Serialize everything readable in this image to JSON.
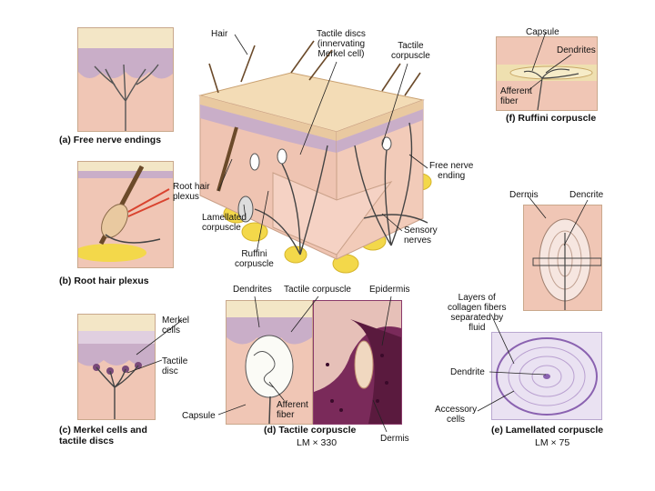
{
  "labels": {
    "hair": "Hair",
    "tactile_discs": [
      "Tactile discs",
      "(innervating",
      "Merkel cell)"
    ],
    "tactile_corpuscle_top": [
      "Tactile",
      "corpuscle"
    ],
    "free_nerve_ending": [
      "Free nerve",
      "ending"
    ],
    "root_hair_plexus": [
      "Root hair",
      "plexus"
    ],
    "lamellated_corpuscle": [
      "Lamellated",
      "corpuscle"
    ],
    "ruffini_corpuscle": [
      "Ruffini",
      "corpuscle"
    ],
    "sensory_nerves": [
      "Sensory",
      "nerves"
    ],
    "f_capsule": "Capsule",
    "f_dendrites": "Dendrites",
    "f_afferent_fiber": [
      "Afferent",
      "fiber"
    ],
    "c_merkel_cells": [
      "Merkel",
      "cells"
    ],
    "c_tactile_disc": [
      "Tactile",
      "disc"
    ],
    "d_dendrites": "Dendrites",
    "d_tactile_corpuscle": "Tactile corpuscle",
    "d_epidermis": "Epidermis",
    "d_capsule": "Capsule",
    "d_afferent_fiber": [
      "Afferent",
      "fiber"
    ],
    "d_dermis": "Dermis",
    "e_dermis": "Dermis",
    "e_dencrite": "Dencrite",
    "e_layers": [
      "Layers of",
      "collagen fibers",
      "separated by",
      "fluid"
    ],
    "e_dendrite": "Dendrite",
    "e_accessory_cells": [
      "Accessory",
      "cells"
    ]
  },
  "captions": {
    "a": {
      "letter": "(a)",
      "title": "Free nerve endings"
    },
    "b": {
      "letter": "(b)",
      "title": "Root hair plexus"
    },
    "c": {
      "letter": "(c)",
      "title": [
        "Merkel cells and",
        "tactile discs"
      ]
    },
    "d": {
      "letter": "(d)",
      "title": "Tactile corpuscle",
      "mag": "LM × 330"
    },
    "e": {
      "letter": "(e)",
      "title": "Lamellated corpuscle",
      "mag": "LM × 75"
    },
    "f": {
      "letter": "(f)",
      "title": "Ruffini corpuscle"
    }
  },
  "colors": {
    "epidermis": "#ecd3b0",
    "dermis": "#f0c6b5",
    "basal_layer": "#c9aec8",
    "fat": "#f3d84a",
    "nerve": "#555555",
    "histology": "#7a2a5a"
  }
}
